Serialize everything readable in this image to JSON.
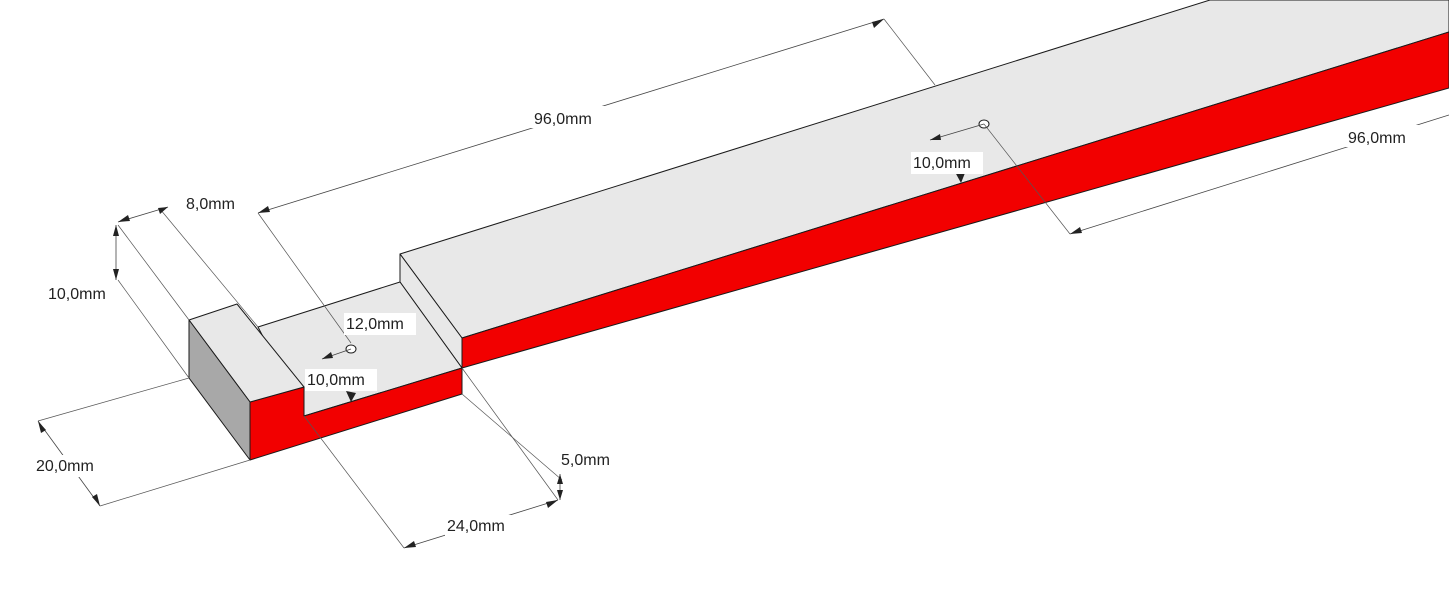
{
  "colors": {
    "top_face": "#e8e8e8",
    "front_face": "#f20000",
    "side_face": "#a8a8a8",
    "background": "#ffffff"
  },
  "dimensions": {
    "d_96_top": "96,0mm",
    "d_96_right": "96,0mm",
    "d_8": "8,0mm",
    "d_10_left": "10,0mm",
    "d_12": "12,0mm",
    "d_10_center": "10,0mm",
    "d_10_right": "10,0mm",
    "d_20": "20,0mm",
    "d_5": "5,0mm",
    "d_24": "24,0mm"
  }
}
